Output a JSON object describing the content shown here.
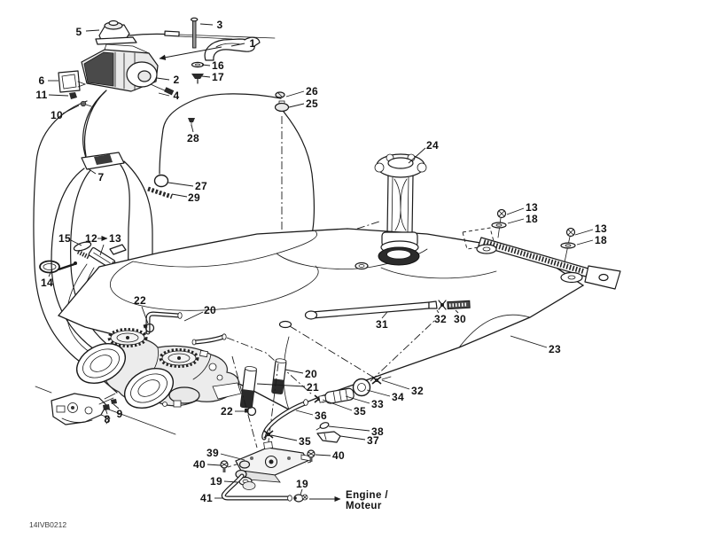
{
  "canvas": {
    "background": "#ffffff",
    "ink": "#1a1a1a"
  },
  "callouts": [
    "5",
    "3",
    "1",
    "16",
    "17",
    "2",
    "4",
    "6",
    "11",
    "10",
    "26",
    "25",
    "28",
    "27",
    "29",
    "7",
    "24",
    "13",
    "18",
    "13",
    "18",
    "15",
    "12",
    "13",
    "14",
    "22",
    "20",
    "31",
    "32",
    "30",
    "23",
    "20",
    "21",
    "22",
    "32",
    "34",
    "33",
    "35",
    "36",
    "35",
    "38",
    "37",
    "39",
    "40",
    "40",
    "19",
    "19",
    "41",
    "8",
    "9"
  ],
  "engine_label": {
    "line1": "Engine /",
    "line2": "Moteur"
  },
  "footer": {
    "code": "14IVB0212"
  }
}
